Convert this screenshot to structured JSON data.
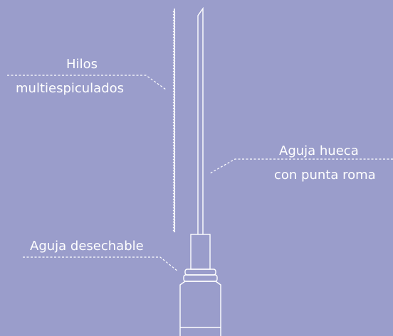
{
  "diagram": {
    "background_color": "#9a9dcb",
    "line_color": "#ffffff",
    "labels": {
      "threads_line1": "Hilos",
      "threads_line2": "multiespiculados",
      "hollow_needle_line1": "Aguja hueca",
      "hollow_needle_line2": "con punta roma",
      "disposable_needle": "Aguja desechable"
    }
  }
}
